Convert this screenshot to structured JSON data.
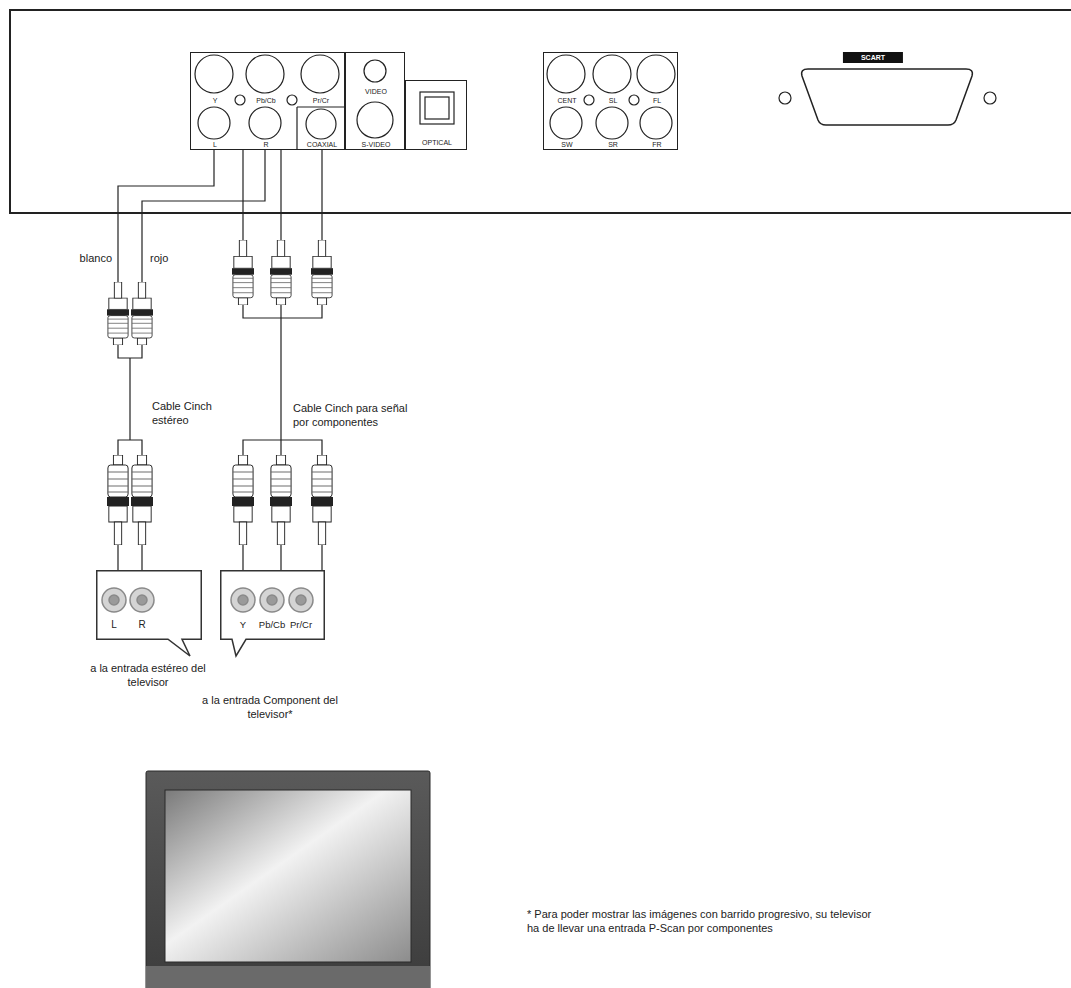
{
  "diagram": {
    "nodes": [
      {
        "text": [
          "Y",
          "Pb/Cb",
          "Pr/Cr",
          "L",
          "R",
          "COAXIAL"
        ]
      },
      {
        "text": [
          "VIDEO",
          "S-VIDEO"
        ]
      },
      {
        "text": [
          "OPTICAL"
        ]
      },
      {
        "text": [
          "CENT",
          "SL",
          "FL",
          "SW",
          "SR",
          "FR"
        ]
      },
      {
        "text": [
          "SCART"
        ]
      },
      {
        "text": [
          "L",
          "R",
          "a la entrada estéreo del televisor"
        ]
      },
      {
        "text": [
          "Y",
          "Pb/Cb",
          "Pr/Cr",
          "a la entrada Component del televisor*"
        ]
      }
    ],
    "edges": [
      {
        "from": 0,
        "to": 5,
        "arrow": "none",
        "label": "Cable Cinch estéreo"
      },
      {
        "from": 0,
        "to": 6,
        "arrow": "none",
        "label": "Cable Cinch para señal por componentes"
      }
    ],
    "labels": [
      "blanco",
      "rojo",
      "* Para poder mostrar las imágenes con barrido progresivo, su televisor ha de llevar una entrada P-Scan por componentes"
    ]
  }
}
